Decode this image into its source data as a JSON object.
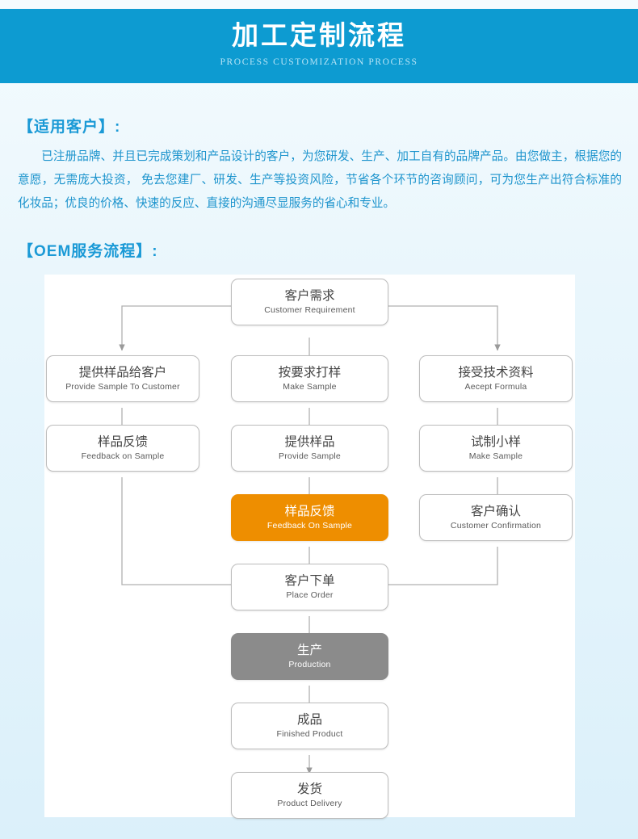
{
  "banner": {
    "title": "加工定制流程",
    "subtitle": "PROCESS CUSTOMIZATION PROCESS",
    "bg_color": "#0d9bd1"
  },
  "sections": {
    "customer_heading": "【适用客户】:",
    "customer_paragraph": "已注册品牌、并且已完成策划和产品设计的客户，为您研发、生产、加工自有的品牌产品。由您做主，根据您的意愿，无需庞大投资， 免去您建厂、研发、生产等投资风险，节省各个环节的咨询顾问，可为您生产出符合标准的化妆品；优良的价格、快速的反应、直接的沟通尽显服务的省心和专业。",
    "oem_heading": "【OEM服务流程】:",
    "heading_color": "#1b9ad6",
    "text_color": "#1d94cd"
  },
  "flowchart": {
    "accent_color": "#ee8e00",
    "production_color": "#8b8b8b",
    "nodes": [
      {
        "id": "customer-requirement",
        "cn": "客户需求",
        "en": "Customer  Requirement",
        "style": "plain"
      },
      {
        "id": "provide-sample-to-customer",
        "cn": "提供样品给客户",
        "en": "Provide Sample To Customer",
        "style": "plain"
      },
      {
        "id": "make-sample",
        "cn": "按要求打样",
        "en": "Make Sample",
        "style": "plain"
      },
      {
        "id": "accept-formula",
        "cn": "接受技术资料",
        "en": "Aecept Formula",
        "style": "plain"
      },
      {
        "id": "feedback-on-sample-left",
        "cn": "样品反馈",
        "en": "Feedback on Sample",
        "style": "plain"
      },
      {
        "id": "provide-sample",
        "cn": "提供样品",
        "en": "Provide Sample",
        "style": "plain"
      },
      {
        "id": "make-sample-trial",
        "cn": "试制小样",
        "en": "Make Sample",
        "style": "plain"
      },
      {
        "id": "feedback-on-sample-mid",
        "cn": "样品反馈",
        "en": "Feedback On Sample",
        "style": "orange"
      },
      {
        "id": "customer-confirmation",
        "cn": "客户确认",
        "en": "Customer Confirmation",
        "style": "plain"
      },
      {
        "id": "place-order",
        "cn": "客户下单",
        "en": "Place Order",
        "style": "plain"
      },
      {
        "id": "production",
        "cn": "生产",
        "en": "Production",
        "style": "gray"
      },
      {
        "id": "finished-product",
        "cn": "成品",
        "en": "Finished Product",
        "style": "plain"
      },
      {
        "id": "product-delivery",
        "cn": "发货",
        "en": "Product Delivery",
        "style": "plain"
      }
    ]
  }
}
